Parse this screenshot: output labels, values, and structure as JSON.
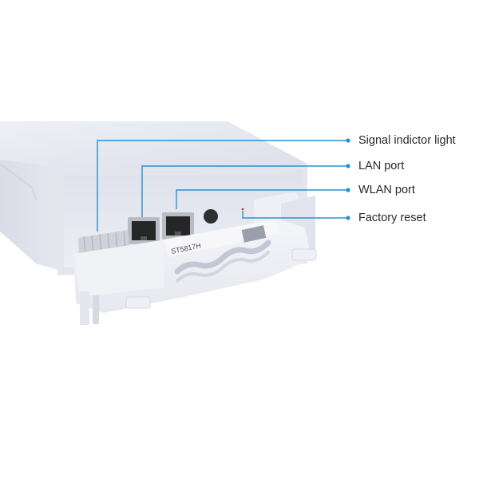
{
  "diagram": {
    "subject": "Outdoor wireless CPE / access point, underside port compartment",
    "model_label": "ST5817H",
    "callouts": [
      {
        "id": "signal-indicator-light",
        "text": "Signal indictor light"
      },
      {
        "id": "lan-port",
        "text": "LAN port"
      },
      {
        "id": "wlan-port",
        "text": "WLAN port"
      },
      {
        "id": "factory-reset",
        "text": "Factory reset"
      }
    ],
    "colors": {
      "leader_line": "#2a8fd0",
      "label_text": "#2a2a2a",
      "device_body": "#e8ebf3",
      "background": "#ffffff"
    }
  }
}
